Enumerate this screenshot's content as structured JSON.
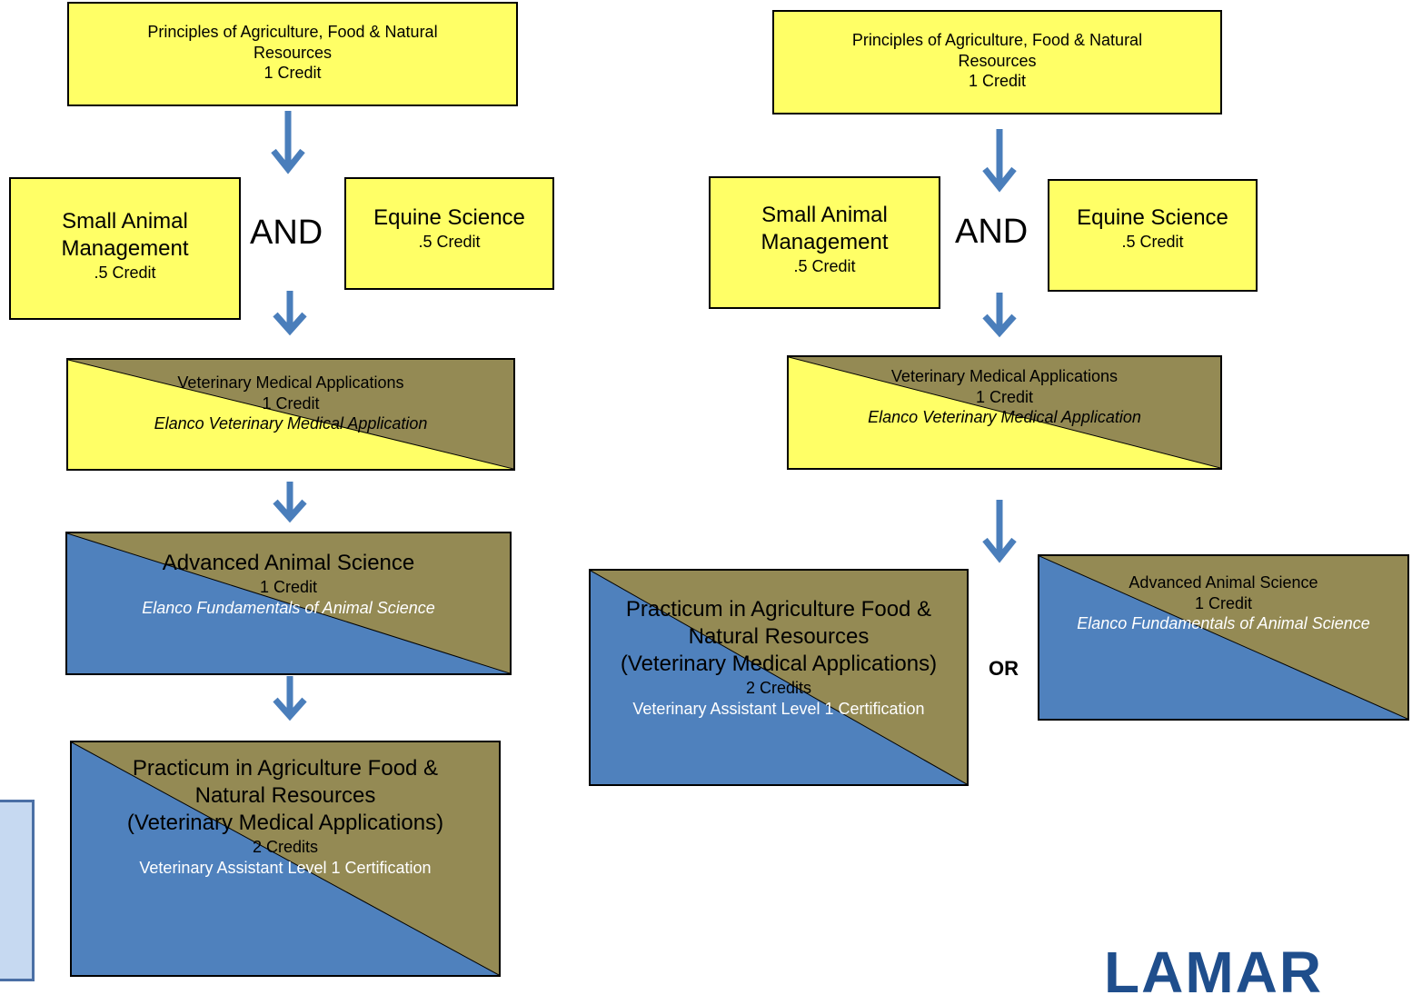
{
  "colors": {
    "yellow": "#ffff66",
    "olive": "#948a54",
    "blue": "#4f81bd",
    "arrow": "#4a7ebb"
  },
  "left_path": {
    "principles": {
      "line1": "Principles of Agriculture, Food & Natural",
      "line2": "Resources",
      "credit": "1 Credit"
    },
    "small_animal": {
      "line1": "Small Animal",
      "line2": "Management",
      "credit": ".5 Credit"
    },
    "and_label": "AND",
    "equine": {
      "title": "Equine Science",
      "credit": ".5 Credit"
    },
    "vet_med": {
      "title": "Veterinary Medical Applications",
      "credit": "1 Credit",
      "cert": "Elanco Veterinary Medical Application"
    },
    "adv_animal": {
      "title": "Advanced Animal Science",
      "credit": "1 Credit",
      "cert": "Elanco Fundamentals of Animal Science"
    },
    "practicum": {
      "line1": "Practicum in Agriculture Food &",
      "line2": "Natural Resources",
      "line3": "(Veterinary Medical Applications)",
      "credit": "2 Credits",
      "cert": "Veterinary Assistant Level 1 Certification"
    }
  },
  "right_path": {
    "principles": {
      "line1": "Principles of Agriculture, Food & Natural",
      "line2": "Resources",
      "credit": "1 Credit"
    },
    "small_animal": {
      "line1": "Small Animal",
      "line2": "Management",
      "credit": ".5 Credit"
    },
    "and_label": "AND",
    "equine": {
      "title": "Equine Science",
      "credit": ".5 Credit"
    },
    "vet_med": {
      "title": "Veterinary Medical Applications",
      "credit": "1 Credit",
      "cert": "Elanco Veterinary Medical Application"
    },
    "practicum": {
      "line1": "Practicum in Agriculture Food &",
      "line2": "Natural Resources",
      "line3": "(Veterinary Medical Applications)",
      "credit": "2 Credits",
      "cert": "Veterinary Assistant Level 1 Certification"
    },
    "or_label": "OR",
    "adv_animal": {
      "title": "Advanced Animal Science",
      "credit": "1 Credit",
      "cert": "Elanco Fundamentals of Animal Science"
    }
  },
  "logo_text": "LAMAR"
}
